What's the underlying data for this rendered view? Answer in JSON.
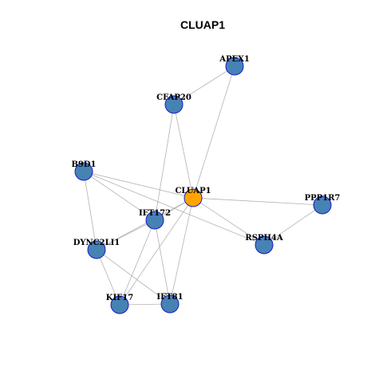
{
  "title": "CLUAP1",
  "colors": {
    "node_default": "#4682b4",
    "node_highlight": "#ffa500",
    "node_border": "#1a1acc",
    "edge": "#b3b3b3"
  },
  "nodes": [
    {
      "id": "APEX1",
      "label": "APEX1",
      "highlight": false
    },
    {
      "id": "CFAP20",
      "label": "CFAP20",
      "highlight": false
    },
    {
      "id": "B9D1",
      "label": "B9D1",
      "highlight": false
    },
    {
      "id": "CLUAP1",
      "label": "CLUAP1",
      "highlight": true
    },
    {
      "id": "PPP1R7",
      "label": "PPP1R7",
      "highlight": false
    },
    {
      "id": "IFT172",
      "label": "IFT172",
      "highlight": false
    },
    {
      "id": "RSPH4A",
      "label": "RSPH4A",
      "highlight": false
    },
    {
      "id": "DYNC2LI1",
      "label": "DYNC2LI1",
      "highlight": false
    },
    {
      "id": "KIF17",
      "label": "KIF17",
      "highlight": false
    },
    {
      "id": "IFT81",
      "label": "IFT81",
      "highlight": false
    }
  ],
  "edges": [
    [
      "APEX1",
      "CFAP20"
    ],
    [
      "APEX1",
      "CLUAP1"
    ],
    [
      "CFAP20",
      "CLUAP1"
    ],
    [
      "CFAP20",
      "IFT172"
    ],
    [
      "B9D1",
      "CLUAP1"
    ],
    [
      "B9D1",
      "IFT172"
    ],
    [
      "B9D1",
      "DYNC2LI1"
    ],
    [
      "B9D1",
      "RSPH4A"
    ],
    [
      "CLUAP1",
      "PPP1R7"
    ],
    [
      "CLUAP1",
      "RSPH4A"
    ],
    [
      "CLUAP1",
      "IFT172"
    ],
    [
      "CLUAP1",
      "DYNC2LI1"
    ],
    [
      "CLUAP1",
      "KIF17"
    ],
    [
      "CLUAP1",
      "IFT81"
    ],
    [
      "PPP1R7",
      "RSPH4A"
    ],
    [
      "IFT172",
      "DYNC2LI1"
    ],
    [
      "IFT172",
      "KIF17"
    ],
    [
      "IFT172",
      "IFT81"
    ],
    [
      "DYNC2LI1",
      "KIF17"
    ],
    [
      "DYNC2LI1",
      "IFT81"
    ],
    [
      "KIF17",
      "IFT81"
    ]
  ]
}
